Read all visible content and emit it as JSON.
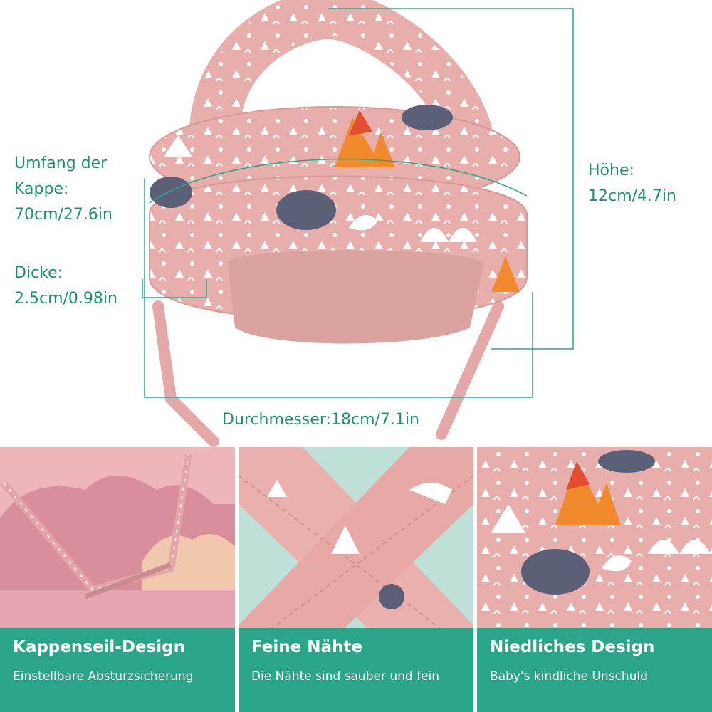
{
  "dimensions": {
    "circumference": "Umfang der\nKappe:\n70cm/27.6in",
    "thickness": "Dicke:\n2.5cm/0.98in",
    "height": "Höhe:\n12cm/4.7in",
    "diameter": "Durchmesser:18cm/7.1in"
  },
  "features": [
    {
      "title": "Kappenseil-Design",
      "subtitle": "Einstellbare Absturzsicherung"
    },
    {
      "title": "Feine Nähte",
      "subtitle": "Die Nähte sind sauber und fein"
    },
    {
      "title": "Niedliches Design",
      "subtitle": "Baby's kindliche Unschuld"
    }
  ],
  "colors": {
    "accent": "#2aa58a",
    "dimension_text": "#1f8f73",
    "helmet_pink": "#e9b0ad"
  }
}
